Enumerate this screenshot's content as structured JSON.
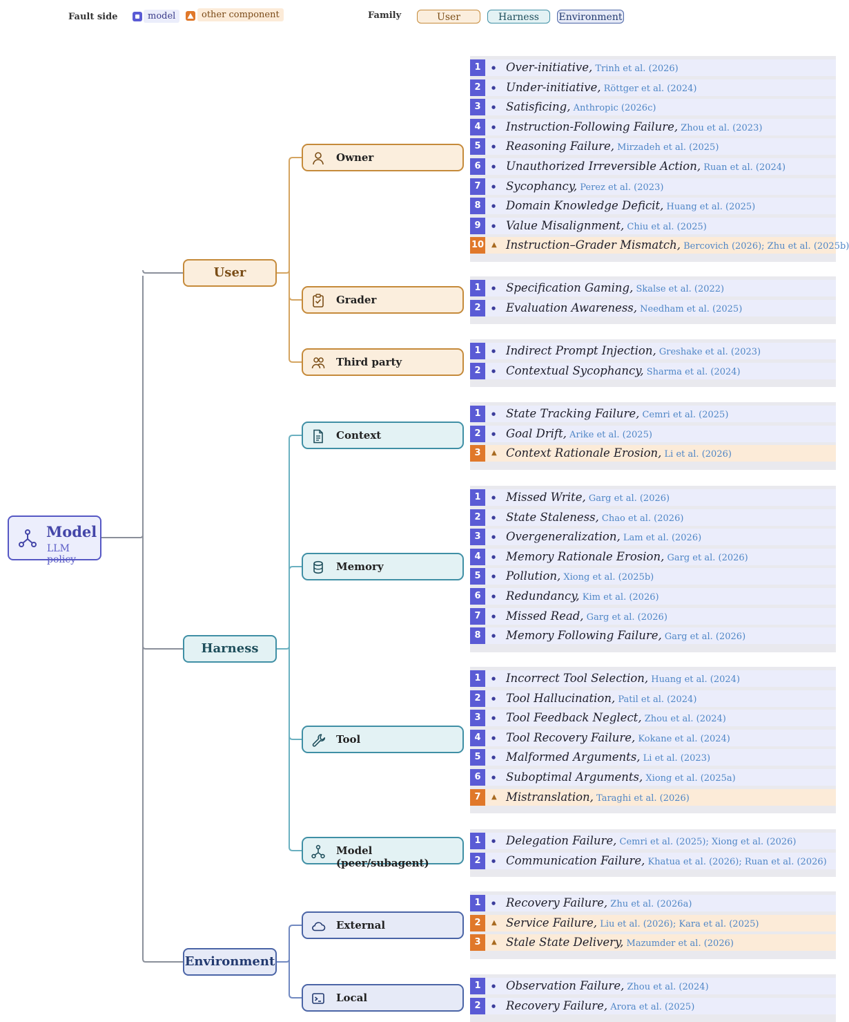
{
  "legend": {
    "fault_side_label": "Fault side",
    "model_label": "model",
    "other_label": "other component",
    "family_label": "Family",
    "families": [
      "User",
      "Harness",
      "Environment"
    ]
  },
  "colors": {
    "model": "#5a5bd5",
    "other_component": "#e0782a",
    "user": "#c58a3a",
    "harness": "#3f8fa5",
    "environment": "#4a64a6"
  },
  "root": {
    "title": "Model",
    "subtitle": "LLM policy",
    "icon": "model-graph-icon"
  },
  "families": [
    {
      "label": "User",
      "subcategories": [
        {
          "label": "Owner",
          "icon": "person-icon",
          "items": [
            {
              "num": "1",
              "name": "Over-initiative",
              "cite": "Trinh et al. (2026)",
              "side": "model"
            },
            {
              "num": "2",
              "name": "Under-initiative",
              "cite": "Röttger et al. (2024)",
              "side": "model"
            },
            {
              "num": "3",
              "name": "Satisficing",
              "cite": "Anthropic (2026c)",
              "side": "model"
            },
            {
              "num": "4",
              "name": "Instruction-Following Failure",
              "cite": "Zhou et al. (2023)",
              "side": "model"
            },
            {
              "num": "5",
              "name": "Reasoning Failure",
              "cite": "Mirzadeh et al. (2025)",
              "side": "model"
            },
            {
              "num": "6",
              "name": "Unauthorized Irreversible Action",
              "cite": "Ruan et al. (2024)",
              "side": "model"
            },
            {
              "num": "7",
              "name": "Sycophancy",
              "cite": "Perez et al. (2023)",
              "side": "model"
            },
            {
              "num": "8",
              "name": "Domain Knowledge Deficit",
              "cite": "Huang et al. (2025)",
              "side": "model"
            },
            {
              "num": "9",
              "name": "Value Misalignment",
              "cite": "Chiu et al. (2025)",
              "side": "model"
            },
            {
              "num": "10",
              "name": "Instruction–Grader Mismatch",
              "cite": "Bercovich (2026); Zhu et al. (2025b)",
              "side": "other"
            }
          ]
        },
        {
          "label": "Grader",
          "icon": "clipboard-check-icon",
          "items": [
            {
              "num": "1",
              "name": "Specification Gaming",
              "cite": "Skalse et al. (2022)",
              "side": "model"
            },
            {
              "num": "2",
              "name": "Evaluation Awareness",
              "cite": "Needham et al. (2025)",
              "side": "model"
            }
          ]
        },
        {
          "label": "Third party",
          "icon": "people-icon",
          "items": [
            {
              "num": "1",
              "name": "Indirect Prompt Injection",
              "cite": "Greshake et al. (2023)",
              "side": "model"
            },
            {
              "num": "2",
              "name": "Contextual Sycophancy",
              "cite": "Sharma et al. (2024)",
              "side": "model"
            }
          ]
        }
      ]
    },
    {
      "label": "Harness",
      "subcategories": [
        {
          "label": "Context",
          "icon": "document-icon",
          "items": [
            {
              "num": "1",
              "name": "State Tracking Failure",
              "cite": "Cemri et al. (2025)",
              "side": "model"
            },
            {
              "num": "2",
              "name": "Goal Drift",
              "cite": "Arike et al. (2025)",
              "side": "model"
            },
            {
              "num": "3",
              "name": "Context Rationale Erosion",
              "cite": "Li et al. (2026)",
              "side": "other"
            }
          ]
        },
        {
          "label": "Memory",
          "icon": "database-icon",
          "items": [
            {
              "num": "1",
              "name": "Missed Write",
              "cite": "Garg et al. (2026)",
              "side": "model"
            },
            {
              "num": "2",
              "name": "State Staleness",
              "cite": "Chao et al. (2026)",
              "side": "model"
            },
            {
              "num": "3",
              "name": "Overgeneralization",
              "cite": "Lam et al. (2026)",
              "side": "model"
            },
            {
              "num": "4",
              "name": "Memory Rationale Erosion",
              "cite": "Garg et al. (2026)",
              "side": "model"
            },
            {
              "num": "5",
              "name": "Pollution",
              "cite": "Xiong et al. (2025b)",
              "side": "model"
            },
            {
              "num": "6",
              "name": "Redundancy",
              "cite": "Kim et al. (2026)",
              "side": "model"
            },
            {
              "num": "7",
              "name": "Missed Read",
              "cite": "Garg et al. (2026)",
              "side": "model"
            },
            {
              "num": "8",
              "name": "Memory Following Failure",
              "cite": "Garg et al. (2026)",
              "side": "model"
            }
          ]
        },
        {
          "label": "Tool",
          "icon": "wrench-icon",
          "items": [
            {
              "num": "1",
              "name": "Incorrect Tool Selection",
              "cite": "Huang et al. (2024)",
              "side": "model"
            },
            {
              "num": "2",
              "name": "Tool Hallucination",
              "cite": "Patil et al. (2024)",
              "side": "model"
            },
            {
              "num": "3",
              "name": "Tool Feedback Neglect",
              "cite": "Zhou et al. (2024)",
              "side": "model"
            },
            {
              "num": "4",
              "name": "Tool Recovery Failure",
              "cite": "Kokane et al. (2024)",
              "side": "model"
            },
            {
              "num": "5",
              "name": "Malformed Arguments",
              "cite": "Li et al. (2023)",
              "side": "model"
            },
            {
              "num": "6",
              "name": "Suboptimal Arguments",
              "cite": "Xiong et al. (2025a)",
              "side": "model"
            },
            {
              "num": "7",
              "name": "Mistranslation",
              "cite": "Taraghi et al. (2026)",
              "side": "other"
            }
          ]
        },
        {
          "label": "Model (peer/subagent)",
          "icon": "model-graph-icon",
          "items": [
            {
              "num": "1",
              "name": "Delegation Failure",
              "cite": "Cemri et al. (2025); Xiong et al. (2026)",
              "side": "model"
            },
            {
              "num": "2",
              "name": "Communication Failure",
              "cite": "Khatua et al. (2026); Ruan et al. (2026)",
              "side": "model"
            }
          ]
        }
      ]
    },
    {
      "label": "Environment",
      "subcategories": [
        {
          "label": "External",
          "icon": "cloud-icon",
          "items": [
            {
              "num": "1",
              "name": "Recovery Failure",
              "cite": "Zhu et al. (2026a)",
              "side": "model"
            },
            {
              "num": "2",
              "name": "Service Failure",
              "cite": "Liu et al. (2026); Kara et al. (2025)",
              "side": "other"
            },
            {
              "num": "3",
              "name": "Stale State Delivery",
              "cite": "Mazumder et al. (2026)",
              "side": "other"
            }
          ]
        },
        {
          "label": "Local",
          "icon": "terminal-icon",
          "items": [
            {
              "num": "1",
              "name": "Observation Failure",
              "cite": "Zhou et al. (2024)",
              "side": "model"
            },
            {
              "num": "2",
              "name": "Recovery Failure",
              "cite": "Arora et al. (2025)",
              "side": "model"
            }
          ]
        }
      ]
    }
  ]
}
